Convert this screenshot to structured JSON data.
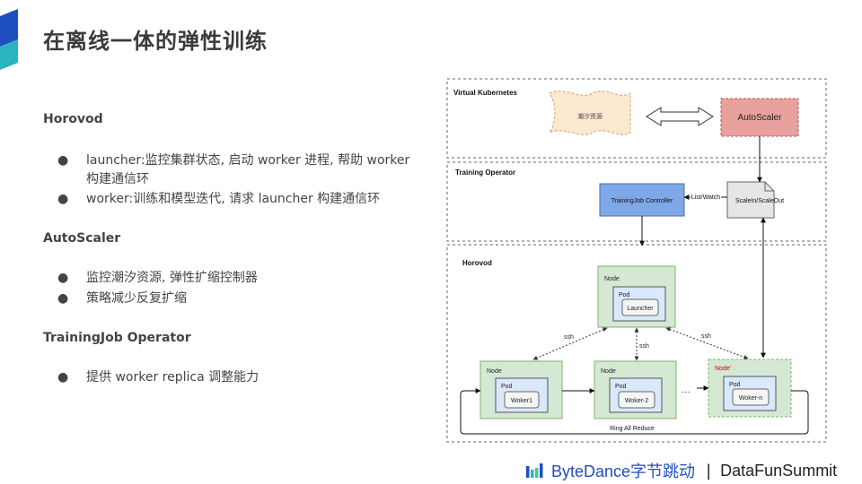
{
  "page": {
    "title": "在离线一体的弹性训练"
  },
  "sections": [
    {
      "heading": "Horovod",
      "bullets": [
        "launcher:监控集群状态, 启动 worker 进程, 帮助 worker",
        "构建通信环",
        "worker:训练和模型迭代, 请求 launcher 构建通信环"
      ]
    },
    {
      "heading": "AutoScaler",
      "bullets": [
        "监控潮汐资源, 弹性扩缩控制器",
        "策略减少反复扩缩"
      ]
    },
    {
      "heading": "TrainingJob Operator",
      "bullets": [
        "提供 worker replica 调整能力"
      ]
    }
  ],
  "bullet_glyph": "●",
  "diagram": {
    "regions": {
      "virtual_k8s": "Virtual Kubernetes",
      "training_operator": "Training Operator",
      "horovod": "Horovod"
    },
    "tidal_resource": "潮汐资源",
    "autoscaler": "AutoScaler",
    "trainingjob_controller": "TrainingJob Controller",
    "list_watch": "List/Watch",
    "scale": "ScaleIn/ScaleOut",
    "launcher_node": {
      "node": "Node",
      "pod": "Pod",
      "name": "Launcher"
    },
    "worker1_node": {
      "node": "Node",
      "pod": "Pod",
      "name": "Woker1"
    },
    "worker2_node": {
      "node": "Node",
      "pod": "Pod",
      "name": "Woker-2"
    },
    "workern_node": {
      "node": "Node'",
      "pod": "Pod",
      "name": "Woker-n"
    },
    "ssh": "ssh",
    "ellipsis": "···",
    "ring": "Ring All Reduce",
    "colors": {
      "autoscaler_fill": "#e8a19c",
      "controller_fill": "#7fa8e8",
      "scale_fill": "#e6e6e6",
      "node_fill": "#d5e8d4",
      "node_stroke": "#82b366",
      "pod_fill": "#dae8fc",
      "tidal_fill": "#fde9d0",
      "node_prime_label": "#d00000"
    }
  },
  "footer": {
    "bytedance": "ByteDance字节跳动",
    "separator": "|",
    "datafun": "DataFunSummit"
  }
}
